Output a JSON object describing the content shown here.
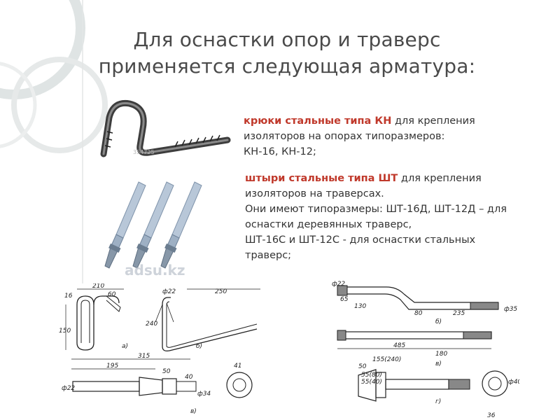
{
  "title": {
    "line1": "Для оснастки опор и траверс",
    "line2": "применяется следующая арматура:"
  },
  "hooks": {
    "highlight": "крюки стальные типа КН",
    "text1": " для крепления",
    "text2": "изоляторов на опорах типоразмеров:",
    "text3": "КН-16, КН-12;"
  },
  "pins": {
    "highlight": "штыри стальные типа ШТ",
    "text1": " для крепления",
    "text2": "изоляторов на траверсах.",
    "text3": "Они имеют типоразмеры: ШТ-16Д, ШТ-12Д – для",
    "text4": "оснастки деревянных траверс,",
    "text5": "ШТ-16С и ШТ-12С - для оснастки стальных",
    "text6": "траверс;"
  },
  "watermark": "adsu.kz",
  "hook_photo_mark": "354725",
  "drawing_left": {
    "d1": "210",
    "d2": "60",
    "d3": "16",
    "d4": "150",
    "d5": "ф22",
    "d6": "250",
    "d7": "240",
    "d8": "315",
    "d9": "195",
    "d10": "50",
    "d11": "41",
    "d12": "40",
    "d13": "ф22",
    "d14": "ф34",
    "label_a": "а)",
    "label_b": "б)",
    "label_v": "в)"
  },
  "drawing_right": {
    "d1": "ф22",
    "d2": "65",
    "d3": "130",
    "d4": "80",
    "d5": "235",
    "d6": "ф35",
    "d7": "485",
    "d8": "180",
    "d9": "155(240)",
    "d10": "50",
    "d11": "55(80)",
    "d12": "55(40)",
    "d13": "36",
    "d14": "ф40",
    "label_b": "б)",
    "label_v": "в)",
    "label_g": "г)"
  },
  "colors": {
    "title": "#4a4a4a",
    "highlight": "#c0392b",
    "text": "#333333"
  }
}
